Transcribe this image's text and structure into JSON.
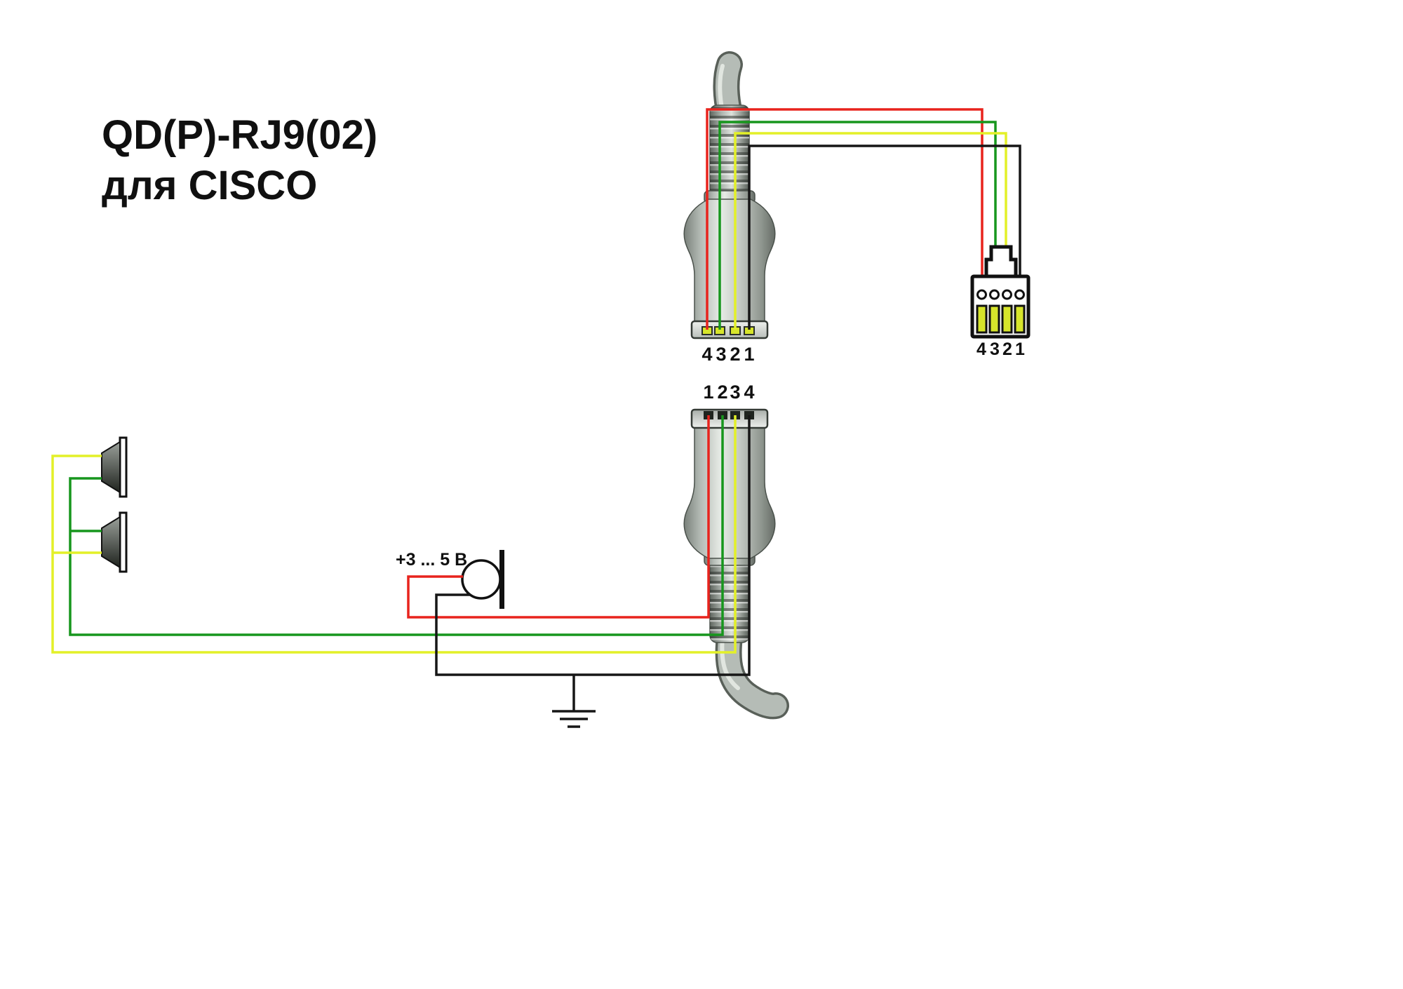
{
  "title": {
    "line1": "QD(P)-RJ9(02)",
    "line2": "для CISCO"
  },
  "labels": {
    "mic_voltage": "+3 ... 5 В"
  },
  "connectors": {
    "qd_top": {
      "pins": [
        "4",
        "3",
        "2",
        "1"
      ]
    },
    "qd_bottom": {
      "pins": [
        "1",
        "2",
        "3",
        "4"
      ]
    },
    "rj9": {
      "pins": [
        "4",
        "3",
        "2",
        "1"
      ]
    }
  },
  "wires": {
    "red": "#e8231d",
    "green": "#17961d",
    "yellow": "#e3f028",
    "black": "#161616"
  },
  "contact_color": "#d7e52b"
}
